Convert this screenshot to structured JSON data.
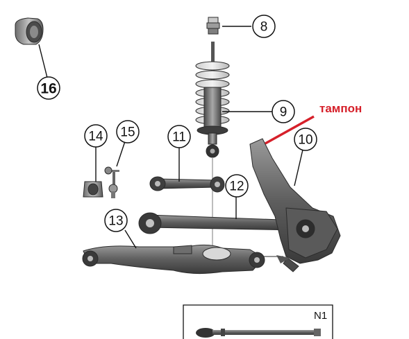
{
  "callouts": {
    "c8": "8",
    "c9": "9",
    "c10": "10",
    "c11": "11",
    "c12": "12",
    "c13": "13",
    "c14": "14",
    "c15": "15",
    "c16": "16"
  },
  "annotation": {
    "text": "тампон",
    "color": "#d6202a"
  },
  "inset_panel": {
    "label": "N1"
  }
}
